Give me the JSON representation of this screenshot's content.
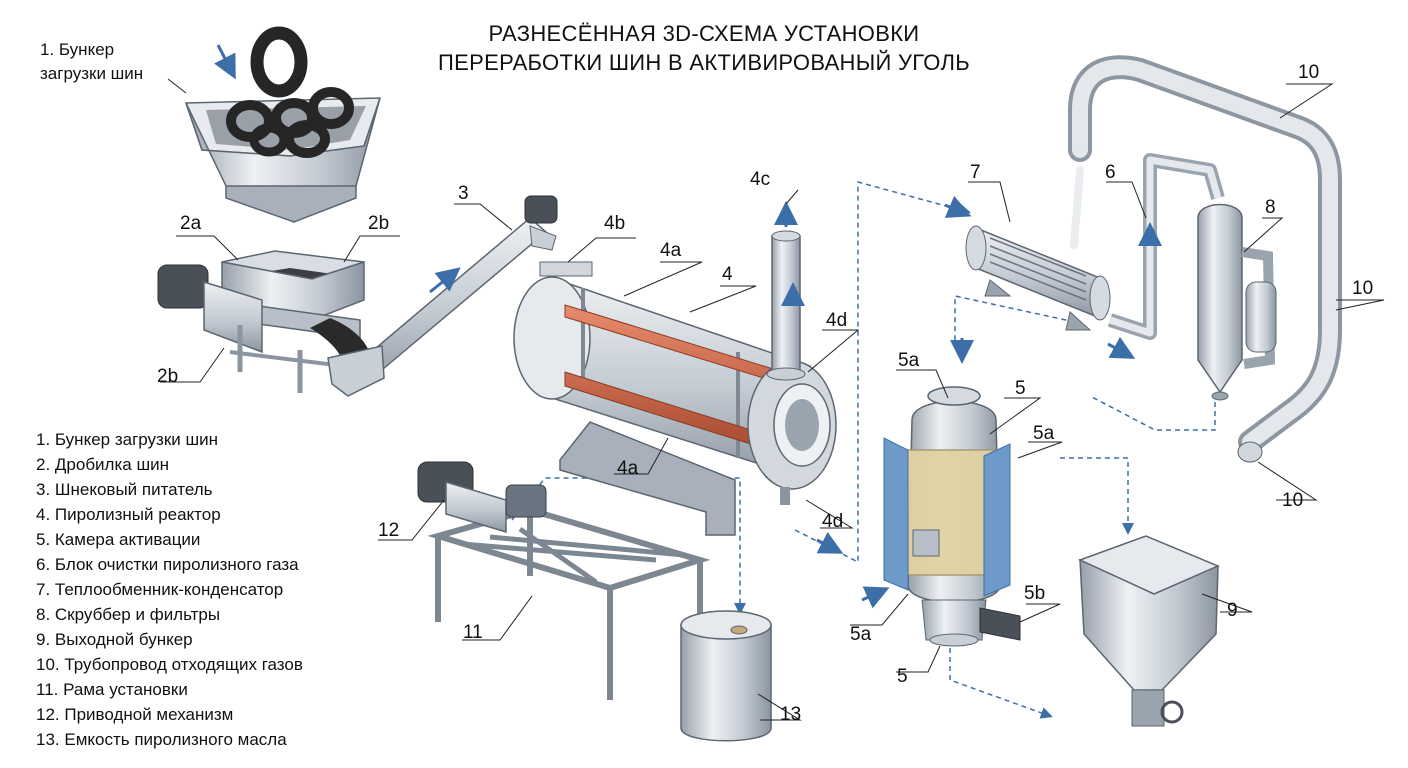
{
  "title": {
    "line1": "РАЗНЕСЁННАЯ 3D-СХЕМА УСТАНОВКИ",
    "line2": "ПЕРЕРАБОТКИ ШИН В АКТИВИРОВАНЫЙ УГОЛЬ"
  },
  "hopper_note": {
    "line1": "1. Бункер",
    "line2": "загрузки шин"
  },
  "legend": [
    "1. Бункер загрузки шин",
    "2. Дробилка шин",
    "3. Шнековый питатель",
    "4. Пиролизный реактор",
    "5. Камера активации",
    "6. Блок очистки пиролизного газа",
    "7. Теплообменник-конденсатор",
    "8. Скруббер и фильтры",
    "9. Выходной бункер",
    "10. Трубопровод отходящих газов",
    "11. Рама установки",
    "12. Приводной механизм",
    "13. Емкость пиролизного масла"
  ],
  "callouts": {
    "c2a": "2a",
    "c2b_top": "2b",
    "c2b_bottom": "2b",
    "c3": "3",
    "c4b": "4b",
    "c4a_top": "4a",
    "c4": "4",
    "c4c": "4c",
    "c4d_top": "4d",
    "c4a_bottom": "4a",
    "c4d_bottom": "4d",
    "c5a_top": "5a",
    "c5_top": "5",
    "c5a_right": "5a",
    "c5a_left": "5a",
    "c5b": "5b",
    "c5_bottom": "5",
    "c6": "6",
    "c7": "7",
    "c8": "8",
    "c9": "9",
    "c10_top": "10",
    "c10_mid": "10",
    "c10_bottom": "10",
    "c11": "11",
    "c12": "12",
    "c13": "13"
  },
  "colors": {
    "steel": "#c5ccd4",
    "steel_dark": "#8e98a3",
    "tire": "#262626",
    "heater": "#cf6a4c",
    "insulation": "#e1d2a2",
    "jacket": "#6e9ac9",
    "flow_arrow": "#3c6ea8"
  }
}
